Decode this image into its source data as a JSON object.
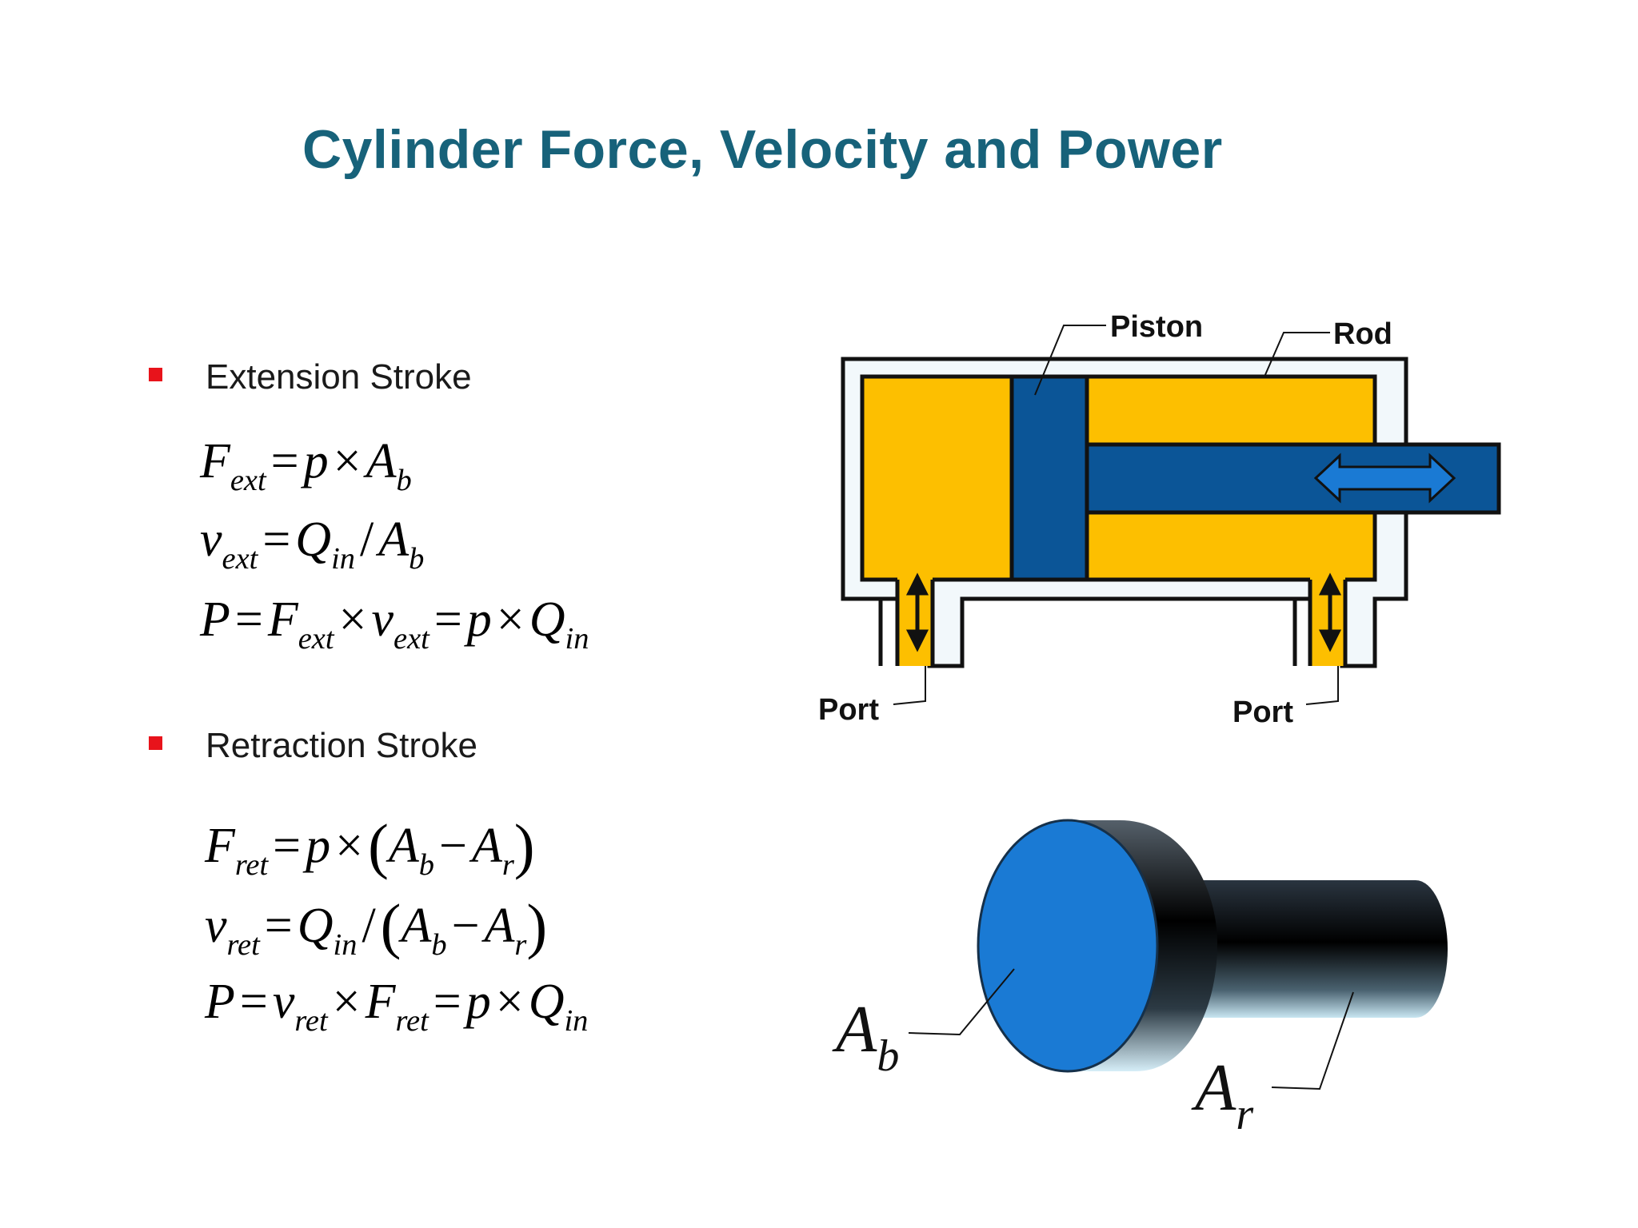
{
  "title": "Cylinder Force, Velocity and Power",
  "sections": [
    {
      "heading": "Extension Stroke",
      "equations": {
        "force": {
          "lhs": "F",
          "lhs_sub": "ext",
          "rhs": [
            "p",
            "×",
            "A",
            "b"
          ]
        },
        "velocity": {
          "lhs": "v",
          "lhs_sub": "ext",
          "rhs": [
            "Q",
            "in",
            "/",
            "A",
            "b"
          ]
        },
        "power": {
          "lhs": "P",
          "rhs": [
            "F",
            "ext",
            "×",
            "v",
            "ext",
            "=",
            "p",
            "×",
            "Q",
            "in"
          ]
        }
      }
    },
    {
      "heading": "Retraction Stroke",
      "equations": {
        "force": {
          "lhs": "F",
          "lhs_sub": "ret",
          "rhs": [
            "p",
            "×",
            "(",
            "A",
            "b",
            "−",
            "A",
            "r",
            ")"
          ]
        },
        "velocity": {
          "lhs": "v",
          "lhs_sub": "ret",
          "rhs": [
            "Q",
            "in",
            "/",
            "(",
            "A",
            "b",
            "−",
            "A",
            "r",
            ")"
          ]
        },
        "power": {
          "lhs": "P",
          "rhs": [
            "v",
            "ret",
            "×",
            "F",
            "ret",
            "=",
            "p",
            "×",
            "Q",
            "in"
          ]
        }
      }
    }
  ],
  "diagram": {
    "labels": {
      "piston": "Piston",
      "rod": "Rod",
      "port_left": "Port",
      "port_right": "Port"
    },
    "colors": {
      "fluid": "#fdbf00",
      "piston": "#0b5597",
      "outline": "#111111",
      "wall": "#f2f8fb",
      "arrow": "#1a7ad4"
    }
  },
  "piston_figure": {
    "label_bore": "A",
    "label_bore_sub": "b",
    "label_rod": "A",
    "label_rod_sub": "r",
    "colors": {
      "face": "#1a7ad4"
    }
  },
  "colors": {
    "title": "#17627a",
    "bullet": "#e8131b"
  }
}
